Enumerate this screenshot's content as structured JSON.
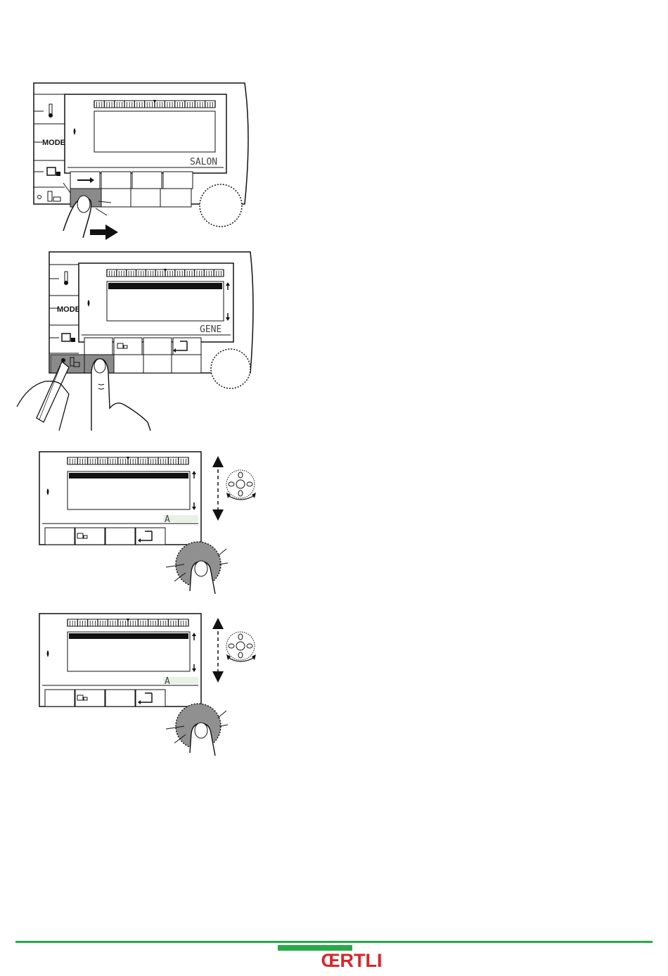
{
  "colors": {
    "accent_green": "#2aa84a",
    "brand_red": "#d7262b",
    "ink": "#111111",
    "highlight_gray": "#8a8a8a",
    "knob_gray": "#909090"
  },
  "figures": [
    {
      "side_labels": [
        "MODE"
      ],
      "lcd_label": "SALON",
      "icons": [
        "thermometer-icon",
        "mode-icon",
        "dhw-tap-icon",
        "installer-key-icon",
        "flame-icon",
        "arrow-right-icon",
        "finger-press-icon",
        "big-arrow-right-icon",
        "rotary-knob-icon"
      ]
    },
    {
      "side_labels": [
        "MODE"
      ],
      "lcd_label": "GENE",
      "icons": [
        "thermometer-icon",
        "mode-icon",
        "dhw-tap-icon",
        "installer-key-icon",
        "flame-icon",
        "tap-softkey-icon",
        "return-icon",
        "scroll-up-icon",
        "scroll-down-icon",
        "pencil-hand-icon",
        "finger-press-icon",
        "rotary-knob-icon"
      ]
    },
    {
      "lcd_label": "A",
      "icons": [
        "flame-icon",
        "tap-softkey-icon",
        "return-icon",
        "scroll-up-icon",
        "scroll-down-icon",
        "vertical-double-arrow-icon",
        "knob-rotate-icon",
        "finger-turn-knob-icon"
      ]
    },
    {
      "lcd_label": "A",
      "icons": [
        "flame-icon",
        "tap-softkey-icon",
        "return-icon",
        "scroll-up-icon",
        "scroll-down-icon",
        "vertical-double-arrow-icon",
        "knob-rotate-icon",
        "finger-turn-knob-icon"
      ]
    }
  ],
  "footer": {
    "brand": "ŒRTLI"
  }
}
